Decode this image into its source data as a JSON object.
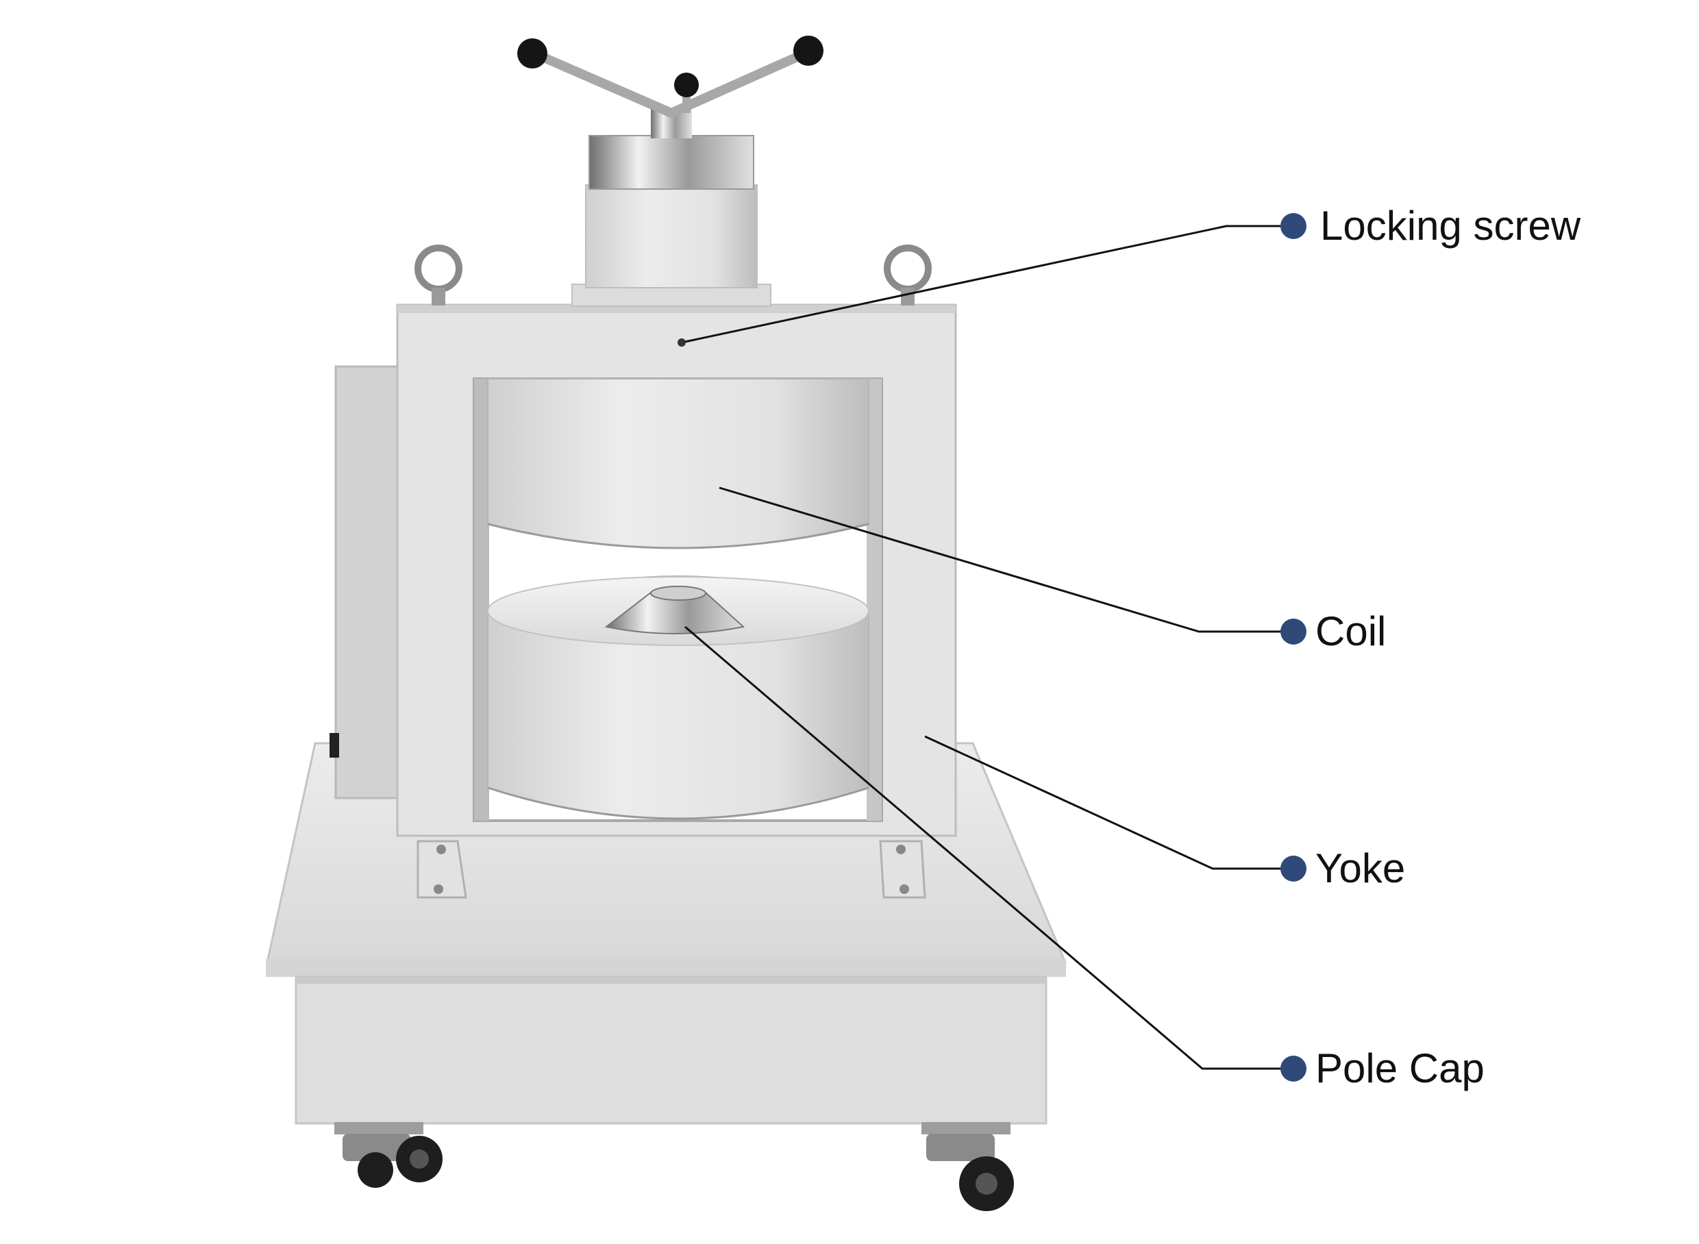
{
  "colors": {
    "background": "#ffffff",
    "machine_body": "#e6e6e6",
    "machine_shade": "#c9c9c9",
    "marker": "#2f4a78",
    "leader_line": "#111111"
  },
  "callouts": [
    {
      "label": "Locking screw"
    },
    {
      "label": "Coil"
    },
    {
      "label": "Yoke"
    },
    {
      "label": "Pole Cap"
    }
  ]
}
